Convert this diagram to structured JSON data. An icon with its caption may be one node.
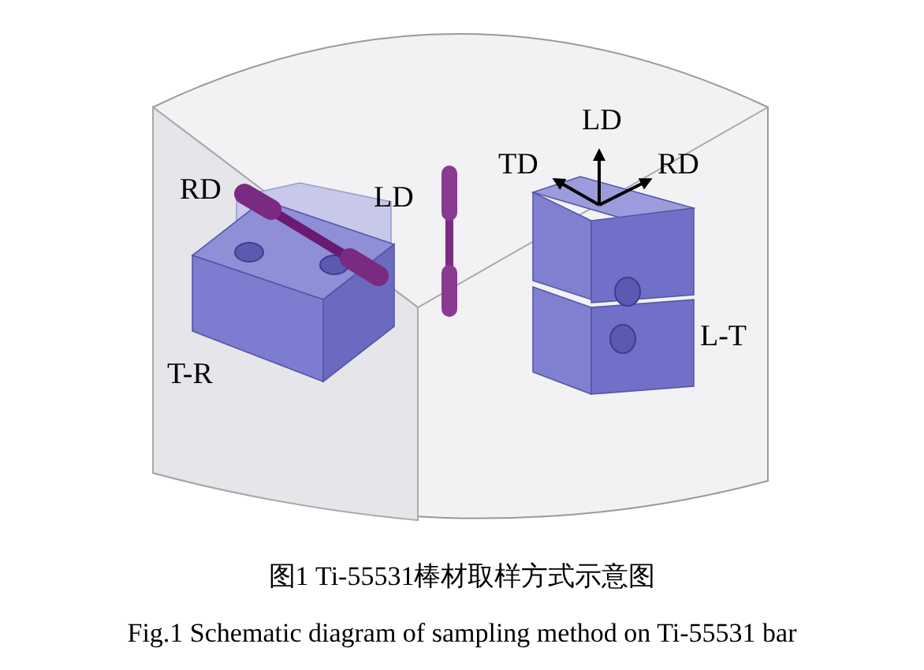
{
  "diagram": {
    "title": "图1 Ti-55531棒材取样方式示意图",
    "caption": "Fig.1 Schematic diagram of sampling method on Ti-55531 bar",
    "labels": [
      "LD",
      "TD",
      "RD",
      "RD",
      "LD",
      "L-T",
      "T-R"
    ]
  }
}
